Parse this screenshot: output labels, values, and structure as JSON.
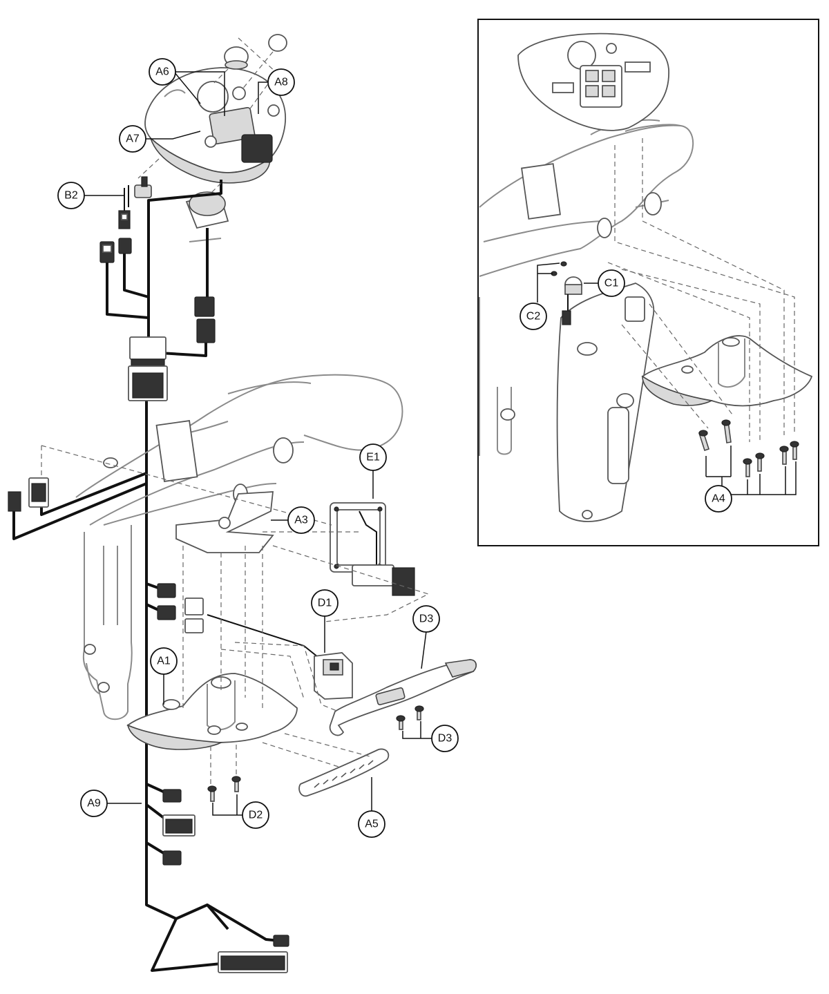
{
  "callouts": [
    {
      "id": "A1",
      "label": "A1"
    },
    {
      "id": "A3",
      "label": "A3"
    },
    {
      "id": "A4",
      "label": "A4"
    },
    {
      "id": "A5",
      "label": "A5"
    },
    {
      "id": "A6",
      "label": "A6"
    },
    {
      "id": "A7",
      "label": "A7"
    },
    {
      "id": "A8",
      "label": "A8"
    },
    {
      "id": "A9",
      "label": "A9"
    },
    {
      "id": "B2",
      "label": "B2"
    },
    {
      "id": "C1",
      "label": "C1"
    },
    {
      "id": "C2",
      "label": "C2"
    },
    {
      "id": "D1",
      "label": "D1"
    },
    {
      "id": "D2",
      "label": "D2"
    },
    {
      "id": "D3a",
      "label": "D3"
    },
    {
      "id": "D3b",
      "label": "D3"
    },
    {
      "id": "E1",
      "label": "E1"
    }
  ]
}
